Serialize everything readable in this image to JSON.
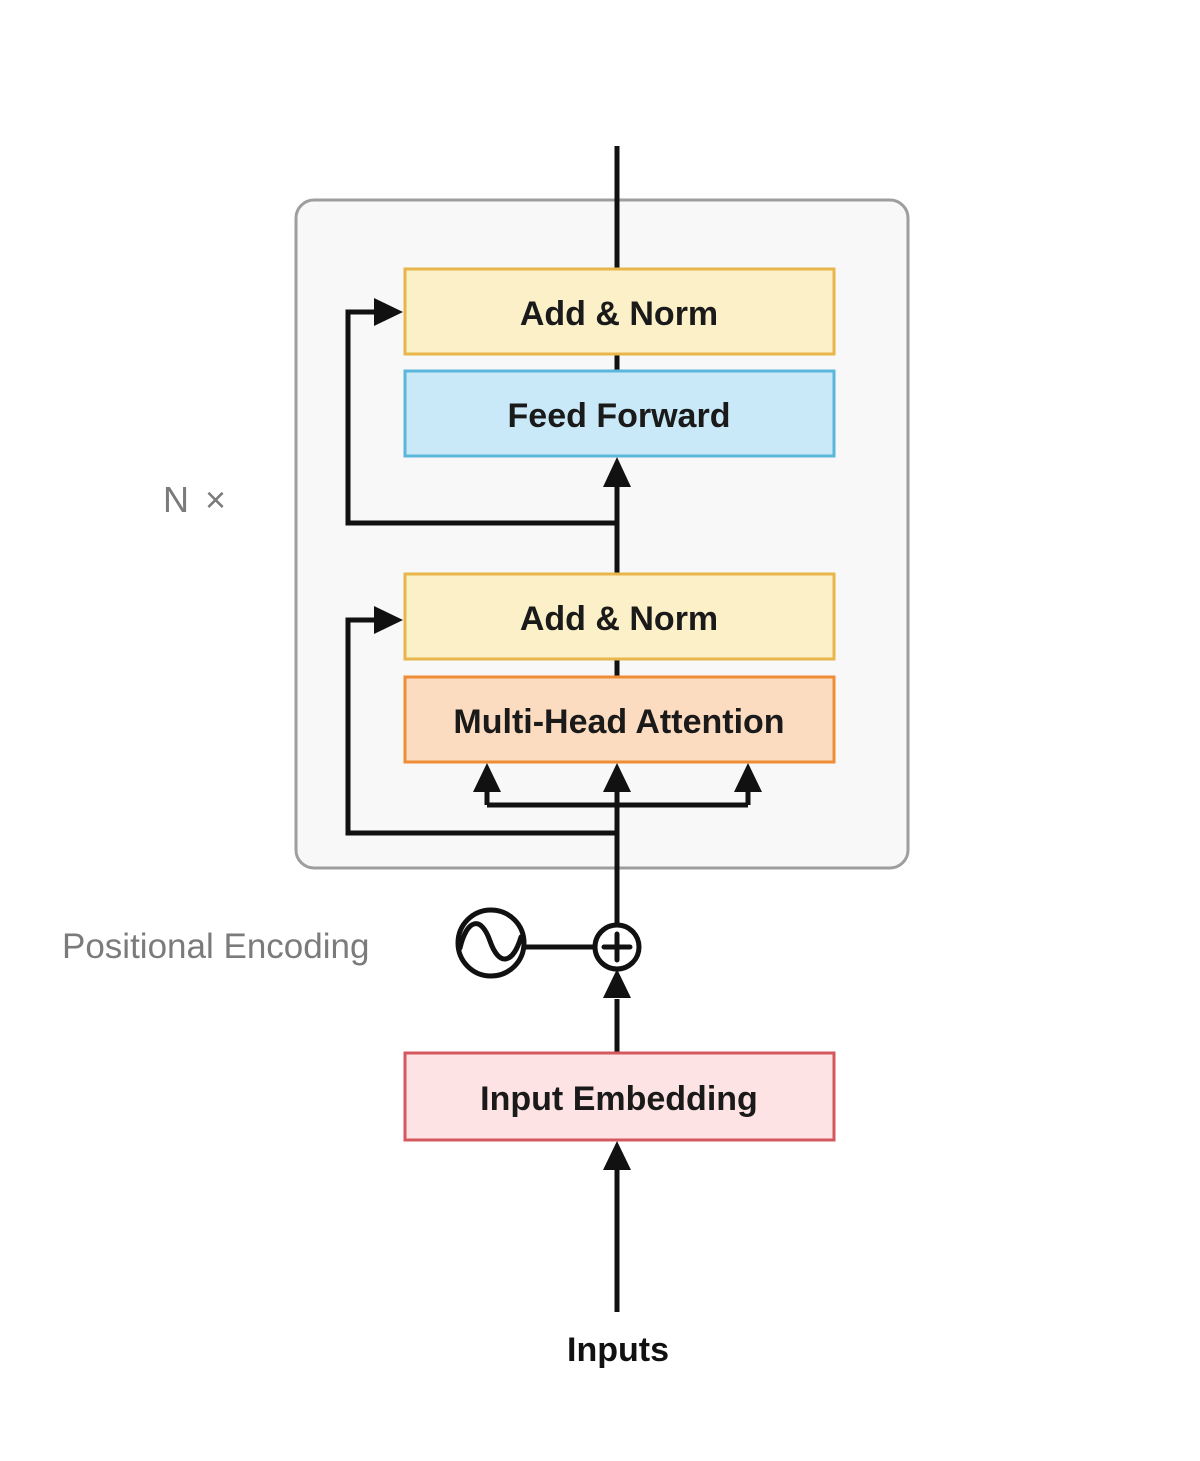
{
  "diagram": {
    "title": "transformer-encoder-block",
    "repeat_label": "N ×",
    "positional_encoding_label": "Positional Encoding",
    "inputs_label": "Inputs",
    "blocks": {
      "add_norm_top": "Add & Norm",
      "feed_forward": "Feed Forward",
      "add_norm_bottom": "Add & Norm",
      "multi_head_attention": "Multi-Head Attention",
      "input_embedding": "Input Embedding"
    },
    "icons": {
      "sine_wave_icon": "positional-encoding-sine-generator",
      "plus_circle_icon": "element-wise-add"
    },
    "colors": {
      "background": "#FFFFFF",
      "container_fill": "#F8F8F8",
      "container_border": "#9E9E9E",
      "add_norm_fill": "#FBF0C7",
      "add_norm_border": "#E9B64C",
      "feed_forward_fill": "#C9E9F8",
      "feed_forward_border": "#5BB6DC",
      "attention_fill": "#FBDCC0",
      "attention_border": "#EE8D35",
      "embedding_fill": "#FDE3E3",
      "embedding_border": "#D4585E",
      "line_color": "#111111",
      "box_text_color": "#1A1A1A",
      "muted_text_color": "#7B7B7B"
    }
  }
}
